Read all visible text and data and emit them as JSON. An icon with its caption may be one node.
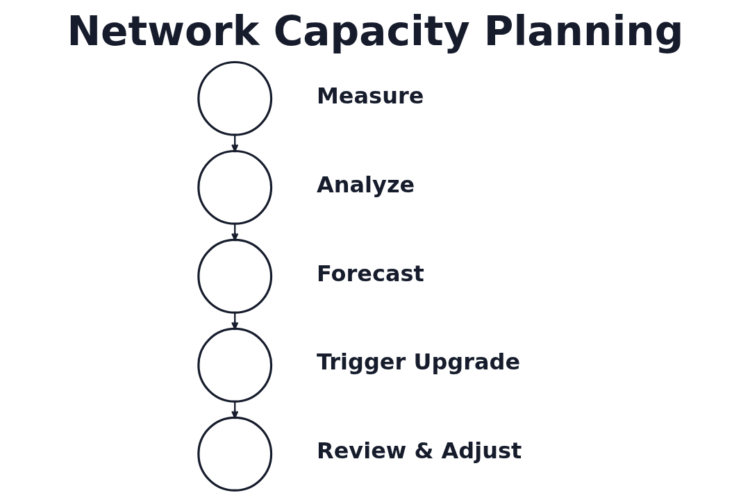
{
  "diagram": {
    "title": "Network Capacity Planning",
    "nodes": [
      {
        "text": [],
        "shape": "circle",
        "beside": [
          "Measure"
        ]
      },
      {
        "text": [],
        "shape": "circle",
        "beside": [
          "Analyze"
        ]
      },
      {
        "text": [],
        "shape": "circle",
        "beside": [
          "Forecast"
        ]
      },
      {
        "text": [],
        "shape": "circle",
        "beside": [
          "Trigger Upgrade"
        ]
      },
      {
        "text": [],
        "shape": "circle",
        "beside": [
          "Review & Adjust"
        ]
      }
    ],
    "edges": [
      {
        "from": 0,
        "to": 1,
        "arrow": "to"
      },
      {
        "from": 1,
        "to": 2,
        "arrow": "to"
      },
      {
        "from": 2,
        "to": 3,
        "arrow": "to"
      },
      {
        "from": 3,
        "to": 4,
        "arrow": "to"
      }
    ]
  }
}
